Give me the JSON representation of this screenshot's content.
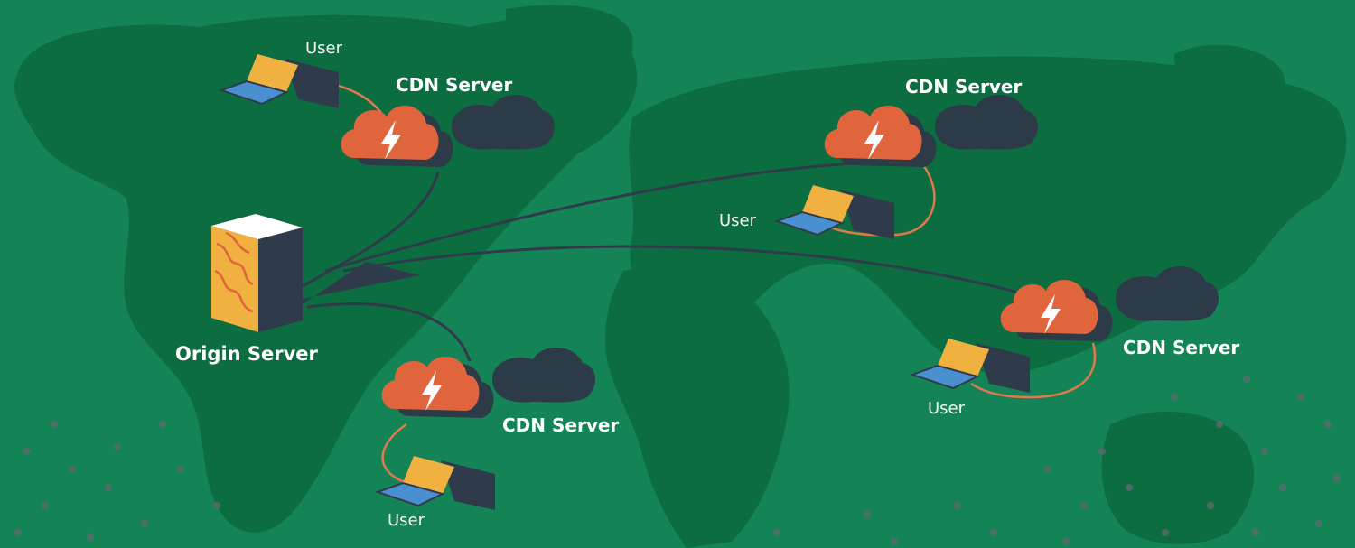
{
  "labels": {
    "origin_server": "Origin Server",
    "cdn_server": "CDN Server",
    "user": "User"
  },
  "nodes": {
    "origin": {
      "label": "Origin Server"
    },
    "cdn": [
      {
        "label": "CDN Server",
        "user_label": "User"
      },
      {
        "label": "CDN Server",
        "user_label": "User"
      },
      {
        "label": "CDN Server",
        "user_label": "User"
      },
      {
        "label": "CDN Server",
        "user_label": "User"
      }
    ]
  },
  "colors": {
    "background": "#148456",
    "continents": "#0c6d41",
    "cdn_cloud": "#e0643c",
    "dark_cloud": "#2d3a48",
    "link": "#2f3b4a",
    "user_link": "#e07a4c",
    "laptop_screen": "#f0b140",
    "laptop_keyboard": "#4a8fd0",
    "server_face": "#f0b140",
    "server_stripes": "#e0643c"
  },
  "icons": [
    "cdn-cloud-icon",
    "lightning-bolt-icon",
    "laptop-icon",
    "origin-server-icon",
    "dark-cloud-icon"
  ]
}
